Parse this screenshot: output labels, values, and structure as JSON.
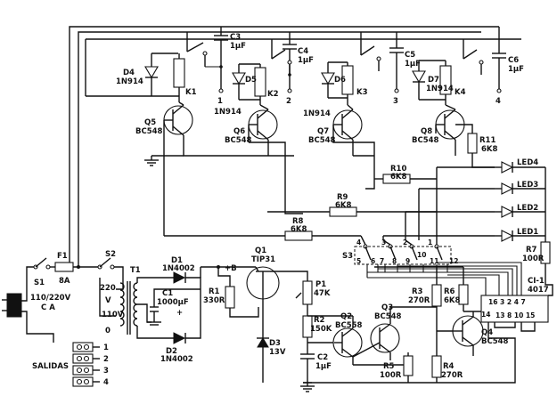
{
  "relays": [
    {
      "diode": "D4",
      "diode_type": "1N914",
      "coil": "K1",
      "transistor": "Q5",
      "transistor_type": "BC548",
      "cap": "C3",
      "cap_value": "1μF",
      "output": "1"
    },
    {
      "diode": "D5",
      "diode_type": "1N914",
      "coil": "K2",
      "transistor": "Q6",
      "transistor_type": "BC548",
      "cap": "C4",
      "cap_value": "1μF",
      "output": "2"
    },
    {
      "diode": "D6",
      "diode_type": "1N914",
      "coil": "K3",
      "transistor": "Q7",
      "transistor_type": "BC548",
      "cap": "C5",
      "cap_value": "1μF",
      "output": "3"
    },
    {
      "diode": "D7",
      "diode_type": "1N914",
      "coil": "K4",
      "transistor": "Q8",
      "transistor_type": "BC548",
      "cap": "C6",
      "cap_value": "1μF",
      "output": "4"
    }
  ],
  "base_resistors": [
    {
      "name": "R8",
      "value": "6K8"
    },
    {
      "name": "R9",
      "value": "6K8"
    },
    {
      "name": "R10",
      "value": "6K8"
    },
    {
      "name": "R11",
      "value": "6K8"
    }
  ],
  "leds": [
    "LED4",
    "LED3",
    "LED2",
    "LED1"
  ],
  "r7": {
    "name": "R7",
    "value": "100R"
  },
  "switch_s3": {
    "name": "S3",
    "top_pins": [
      "4",
      "3",
      "2",
      "1"
    ],
    "bottom_pins": [
      "5",
      "6",
      "7",
      "8",
      "9",
      "10",
      "11",
      "12"
    ]
  },
  "ic": {
    "name": "CI-1",
    "part": "4017",
    "top_pins": "16 3 2 4 7",
    "mid_pins": "13  8 10 15",
    "pin14": "14"
  },
  "power": {
    "mains_label": "110/220V",
    "mains_sub": "C A",
    "s1": "S1",
    "fuse": "F1",
    "fuse_rating": "8A",
    "s2": "S2",
    "transformer": "T1",
    "tap_220": "220",
    "tap_220_unit": "V",
    "tap_110": "110V",
    "tap_0": "0",
    "d1": "D1",
    "d1_type": "1N4002",
    "d2": "D2",
    "d2_type": "1N4002",
    "c1": "C1",
    "c1_value": "1000μF",
    "plus_sign": "+",
    "r1": "R1",
    "r1_value": "330R",
    "rail": "+B"
  },
  "oscillator": {
    "q1": "Q1",
    "q1_type": "TIP31",
    "p1": "P1",
    "p1_value": "47K",
    "r2": "R2",
    "r2_value": "150K",
    "c2": "C2",
    "c2_value": "1μF",
    "d3": "D3",
    "d3_value": "13V",
    "q2": "Q2",
    "q2_type": "BC558",
    "q3": "Q3",
    "q3_type": "BC548",
    "q4": "Q4",
    "q4_type": "BC548",
    "r3": "R3",
    "r3_value": "270R",
    "r4": "R4",
    "r4_value": "270R",
    "r5": "R5",
    "r5_value": "100R",
    "r6": "R6",
    "r6_value": "6K8"
  },
  "outputs": {
    "title": "SALIDAS",
    "numbers": [
      "1",
      "2",
      "3",
      "4"
    ]
  }
}
